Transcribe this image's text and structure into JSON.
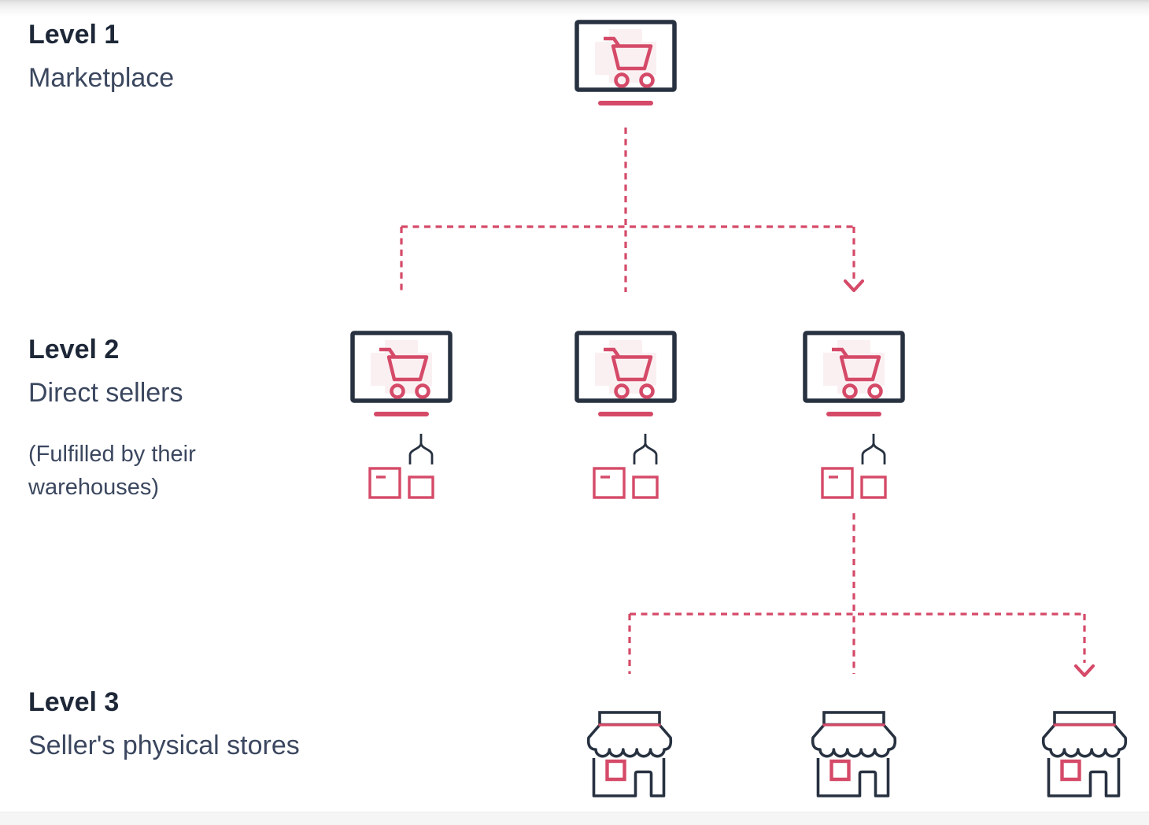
{
  "levels": [
    {
      "title": "Level 1",
      "subtitle": "Marketplace"
    },
    {
      "title": "Level 2",
      "subtitle": "Direct sellers",
      "note": "(Fulfilled by their warehouses)"
    },
    {
      "title": "Level 3",
      "subtitle": "Seller's physical stores"
    }
  ],
  "counts": {
    "level1_nodes": 1,
    "level2_nodes": 3,
    "level3_nodes": 3
  },
  "icons": {
    "level1": "monitor-cart-icon",
    "level2_seller": "monitor-cart-icon",
    "level2_fulfillment": "claw-with-boxes-icon",
    "level3": "storefront-icon"
  },
  "connections": [
    {
      "from": "marketplace",
      "to": "direct sellers",
      "style": "dashed",
      "arrowhead_on": "right branch"
    },
    {
      "from": "third direct seller",
      "to": "physical stores",
      "style": "dashed",
      "arrowhead_on": "right branch"
    }
  ],
  "colors": {
    "accent_pink": "#d54a68",
    "light_pink": "#faf0f2",
    "navy_outline": "#273140",
    "title_text": "#1d2737",
    "body_text": "#3b475f",
    "background": "#ffffff"
  }
}
